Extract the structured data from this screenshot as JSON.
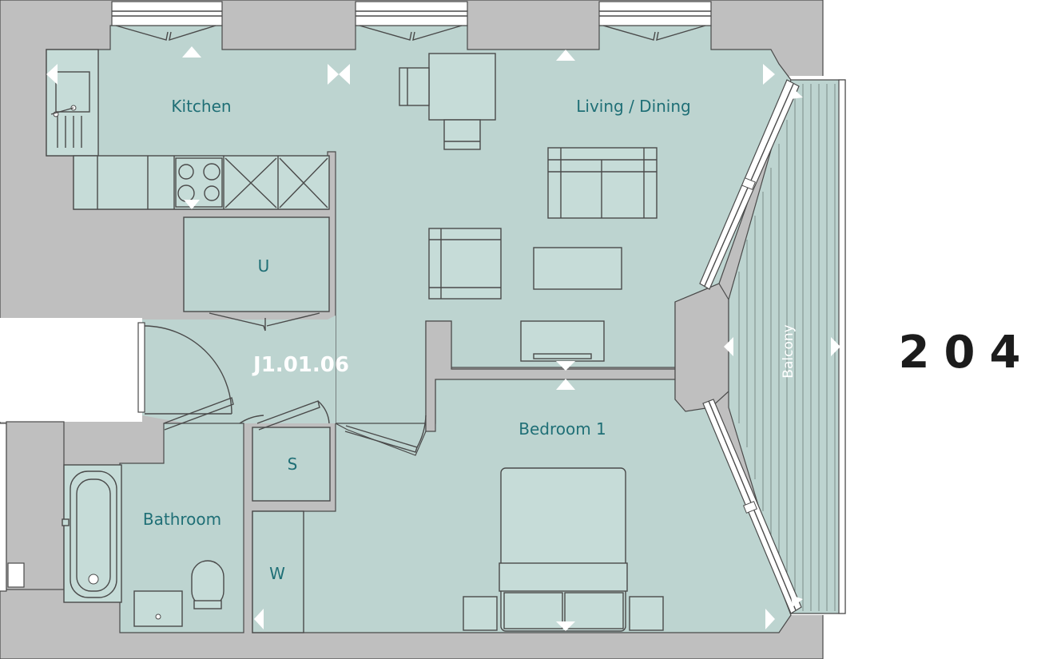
{
  "rooms": {
    "kitchen": "Kitchen",
    "living": "Living / Dining",
    "utility": "U",
    "bedroom": "Bedroom 1",
    "storage": "S",
    "bathroom": "Bathroom",
    "wardrobe": "W",
    "balcony": "Balcony"
  },
  "unit_id": "J1.01.06",
  "plot_number": "204",
  "colors": {
    "floor": "#bdd4d0",
    "furniture": "#c6dcd8",
    "wall": "#bfbfbf",
    "label": "#1f6f76",
    "outline": "#4a4a4a",
    "plot_number": "#1c1c1c"
  }
}
